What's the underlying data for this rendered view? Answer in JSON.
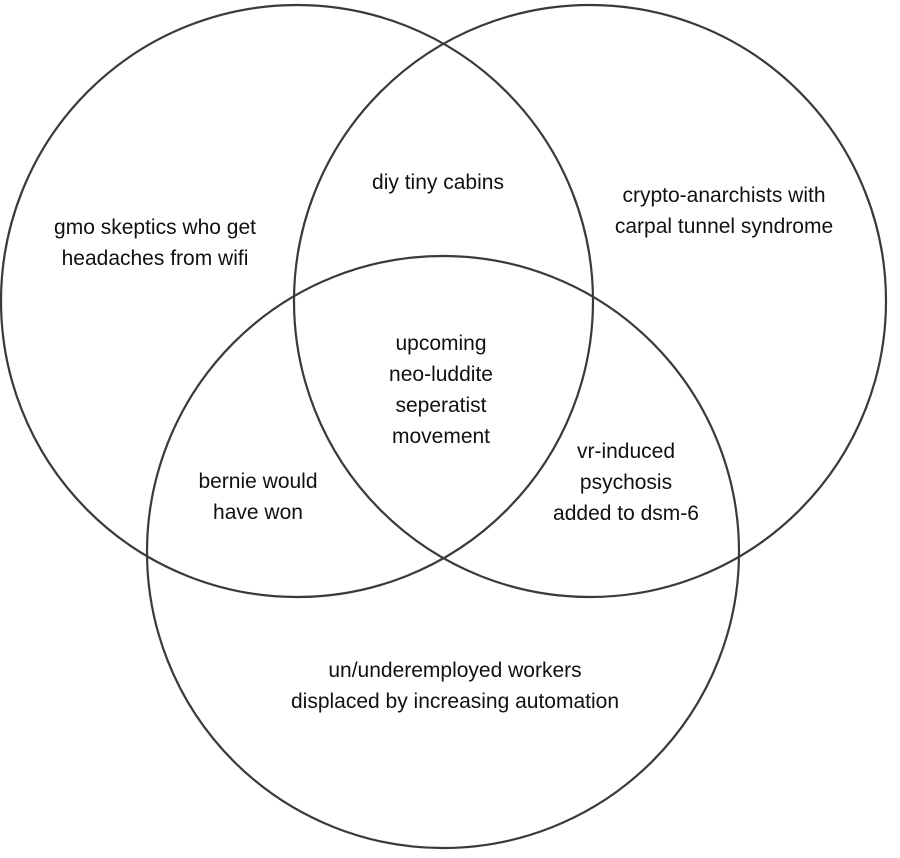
{
  "diagram": {
    "type": "venn",
    "stroke_color": "#3a3a3a",
    "text_color": "#111111",
    "regions": {
      "top_left_only": [
        "gmo skeptics who get",
        "headaches from wifi"
      ],
      "top_right_only": [
        "crypto-anarchists with",
        "carpal tunnel syndrome"
      ],
      "bottom_only": [
        "un/underemployed workers",
        "displaced by increasing automation"
      ],
      "top_left_and_top_right": [
        "diy tiny cabins"
      ],
      "top_left_and_bottom": [
        "bernie would",
        "have won"
      ],
      "top_right_and_bottom": [
        "vr-induced",
        "psychosis",
        "added to dsm-6"
      ],
      "center_all_three": [
        "upcoming",
        "neo-luddite",
        "seperatist",
        "movement"
      ]
    }
  }
}
